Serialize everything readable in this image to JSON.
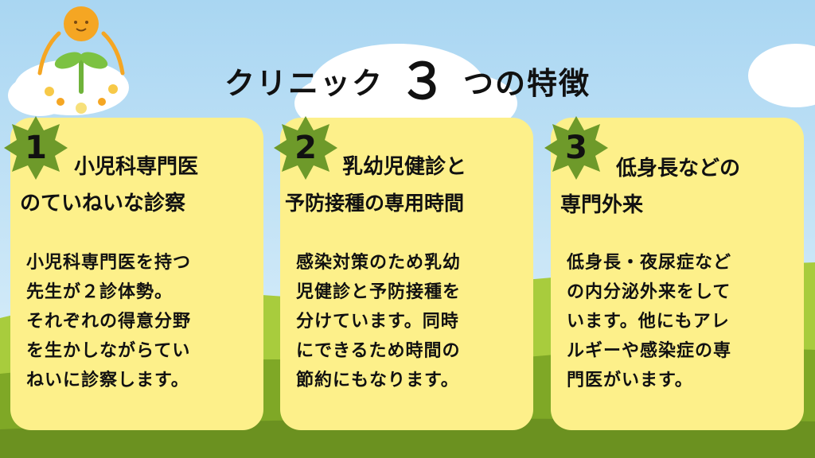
{
  "title": {
    "prefix": "クリニック",
    "number": "３",
    "suffix": "つの特徴"
  },
  "colors": {
    "sky": "#bfe1f6",
    "grass": "#8fb82a",
    "card": "#fdf08a",
    "badge": "#6e9a2a"
  },
  "cards": [
    {
      "number": "1",
      "heading": [
        "小児科専門医",
        "のていねいな診察"
      ],
      "body": [
        "小児科専門医を持つ",
        "先生が２診体勢。",
        "それぞれの得意分野",
        "を生かしながらてい",
        "ねいに診察します。"
      ]
    },
    {
      "number": "2",
      "heading": [
        "乳幼児健診と",
        "予防接種の専用時間"
      ],
      "body": [
        "感染対策のため乳幼",
        "児健診と予防接種を",
        "分けています。同時",
        "にできるため時間の",
        "節約にもなります。"
      ]
    },
    {
      "number": "3",
      "heading": [
        "低身長などの",
        "専門外来"
      ],
      "body": [
        "低身長・夜尿症など",
        "の内分泌外来をして",
        "います。他にもアレ",
        "ルギーや感染症の専",
        "門医がいます。"
      ]
    }
  ]
}
